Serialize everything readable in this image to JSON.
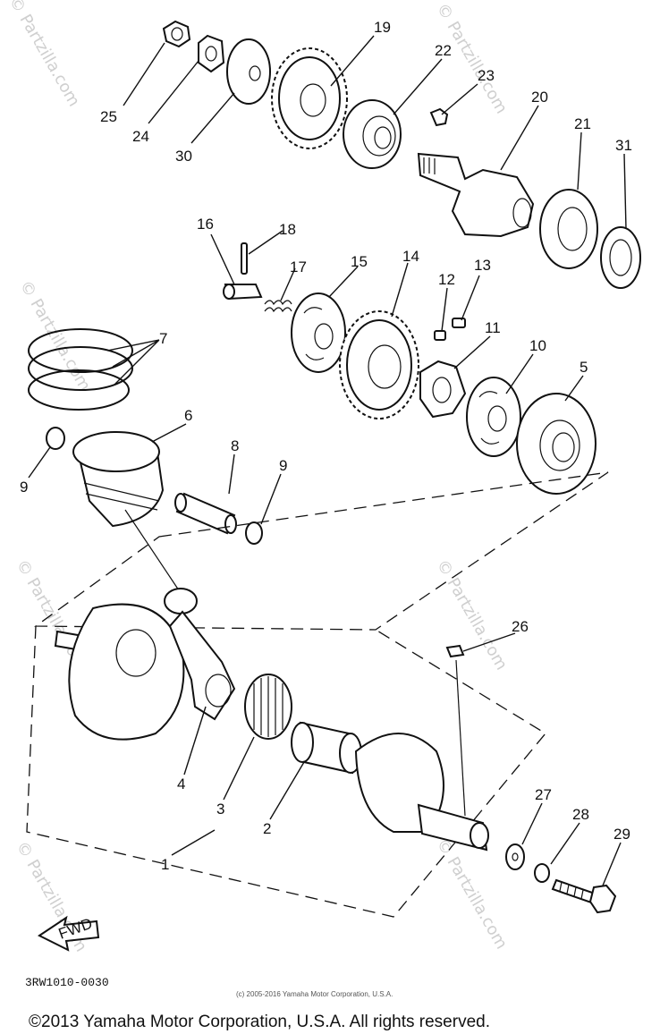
{
  "diagram": {
    "part_labels": [
      {
        "id": "25",
        "text": "25"
      },
      {
        "id": "24",
        "text": "24"
      },
      {
        "id": "30",
        "text": "30"
      },
      {
        "id": "19",
        "text": "19"
      },
      {
        "id": "22",
        "text": "22"
      },
      {
        "id": "23",
        "text": "23"
      },
      {
        "id": "20",
        "text": "20"
      },
      {
        "id": "21",
        "text": "21"
      },
      {
        "id": "31",
        "text": "31"
      },
      {
        "id": "16",
        "text": "16"
      },
      {
        "id": "18",
        "text": "18"
      },
      {
        "id": "17",
        "text": "17"
      },
      {
        "id": "15",
        "text": "15"
      },
      {
        "id": "14",
        "text": "14"
      },
      {
        "id": "12",
        "text": "12"
      },
      {
        "id": "13",
        "text": "13"
      },
      {
        "id": "7",
        "text": "7"
      },
      {
        "id": "11",
        "text": "11"
      },
      {
        "id": "10",
        "text": "10"
      },
      {
        "id": "5",
        "text": "5"
      },
      {
        "id": "6",
        "text": "6"
      },
      {
        "id": "9a",
        "text": "9"
      },
      {
        "id": "8",
        "text": "8"
      },
      {
        "id": "9b",
        "text": "9"
      },
      {
        "id": "26",
        "text": "26"
      },
      {
        "id": "4",
        "text": "4"
      },
      {
        "id": "3",
        "text": "3"
      },
      {
        "id": "2",
        "text": "2"
      },
      {
        "id": "1",
        "text": "1"
      },
      {
        "id": "27",
        "text": "27"
      },
      {
        "id": "28",
        "text": "28"
      },
      {
        "id": "29",
        "text": "29"
      }
    ],
    "fwd_label": "FWD",
    "diagram_code": "3RW1010-0030",
    "small_copyright": "(c) 2005-2016 Yamaha Motor Corporation, U.S.A.",
    "footer_copyright": "©2013 Yamaha Motor Corporation, U.S.A. All rights reserved.",
    "watermark": "© Partzilla.com"
  }
}
